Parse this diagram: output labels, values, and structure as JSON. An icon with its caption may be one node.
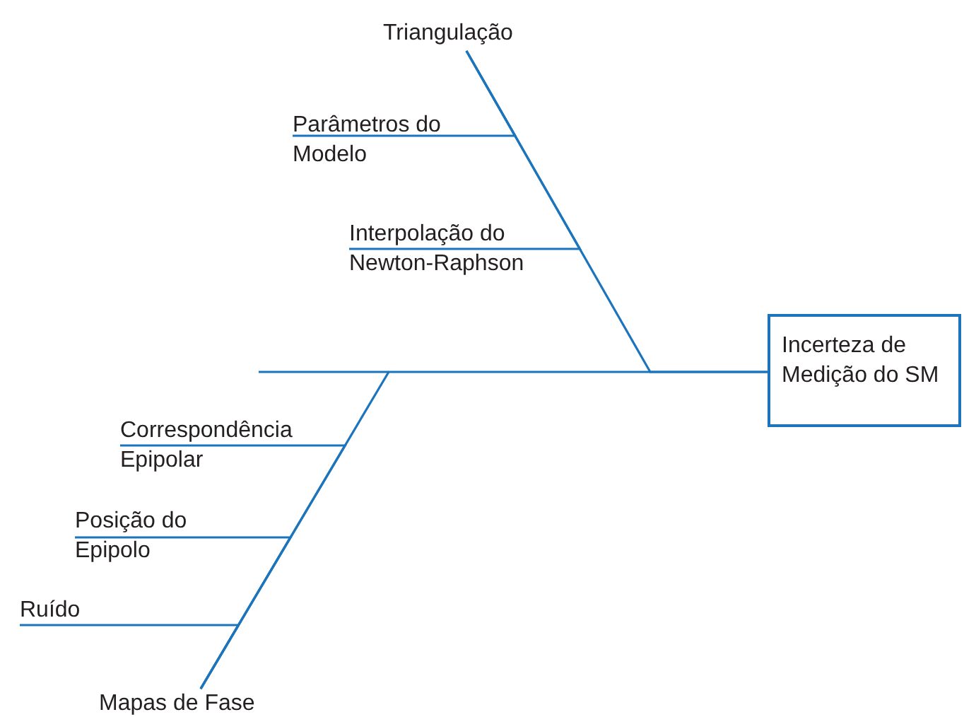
{
  "diagram": {
    "nodes": [
      {
        "text": [
          "Incerteza de Medição do SM"
        ]
      },
      {
        "text": [
          "Triangulação"
        ]
      },
      {
        "text": [
          "Parâmetros do Modelo"
        ]
      },
      {
        "text": [
          "Interpolação do Newton-Raphson"
        ]
      },
      {
        "text": [
          "Mapas de Fase"
        ]
      },
      {
        "text": [
          "Correspondência Epipolar"
        ]
      },
      {
        "text": [
          "Posição do Epipolo"
        ]
      },
      {
        "text": [
          "Ruído"
        ]
      }
    ],
    "edges": [
      {
        "from": 2,
        "to": 1,
        "arrow": "none"
      },
      {
        "from": 3,
        "to": 1,
        "arrow": "none"
      },
      {
        "from": 1,
        "to": 0,
        "arrow": "none"
      },
      {
        "from": 5,
        "to": 4,
        "arrow": "none"
      },
      {
        "from": 6,
        "to": 4,
        "arrow": "none"
      },
      {
        "from": 7,
        "to": 4,
        "arrow": "none"
      },
      {
        "from": 4,
        "to": 0,
        "arrow": "none"
      }
    ]
  }
}
